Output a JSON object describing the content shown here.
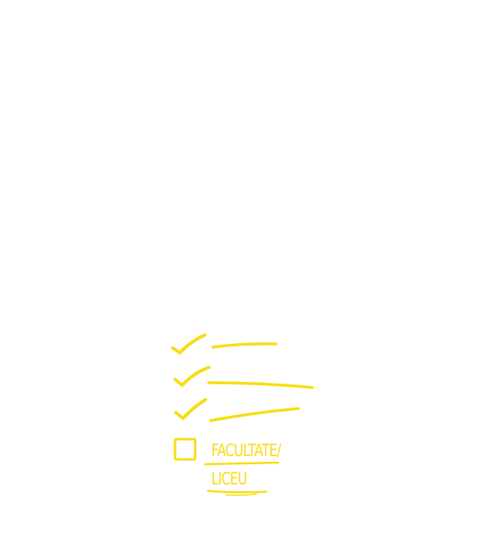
{
  "checklist": {
    "accent_color": "#F7DD14",
    "items": [
      {
        "state": "checked",
        "icon": "checkmark-icon"
      },
      {
        "state": "checked",
        "icon": "checkmark-icon"
      },
      {
        "state": "checked",
        "icon": "checkmark-icon"
      },
      {
        "state": "unchecked",
        "icon": "empty-checkbox-icon",
        "label_line1": "FACULTATE/",
        "label_line2": "LICEU"
      }
    ]
  }
}
